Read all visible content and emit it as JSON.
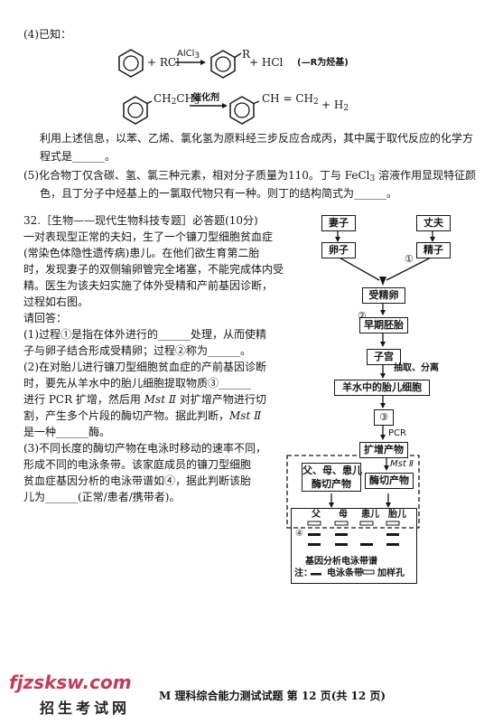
{
  "q4": {
    "label": "(4)已知：",
    "r1_plus": "+ RCl",
    "r1_cat": "AlCl",
    "r1_cat_sub": "3",
    "r1_prod_r": "R",
    "r1_prod_rest": "+ HCl",
    "r1_note": "(—R为烃基)",
    "r2_left": "CH",
    "r2_left_sub1": "2",
    "r2_left_mid": "CH",
    "r2_left_sub2": "3",
    "r2_cat": "催化剂",
    "r2_right": "CH = CH",
    "r2_right_sub": "2",
    "r2_h2": "+ H",
    "r2_h2_sub": "2",
    "line1": "利用上述信息，以苯、乙烯、氯化氢为原料经三步反应合成丙，其中属于取代反应的化学方",
    "line2": "程式是______。"
  },
  "q5": {
    "line1a": "(5)化合物丁仅含碳、氢、氯三种元素，相对分子质量为110。丁与 FeCl",
    "line1_sub": "3",
    "line1b": " 溶液作用显现特征颜",
    "line2": "色，且丁分子中烃基上的一氯取代物只有一种。则丁的结构简式为______。"
  },
  "q32": {
    "title": "32.［生物——现代生物科技专题］必答题(10分)",
    "intro": [
      "一对表现型正常的夫妇，生了一个镰刀型细胞贫血症",
      "(常染色体隐性遗传病)患儿。在他们欲生育第二胎",
      "时，发现妻子的双侧输卵管完全堵塞，不能完成体内受",
      "精。医生为该夫妇实施了体外受精和产前基因诊断，",
      "过程如右图。"
    ],
    "ask": "请回答：",
    "p1": [
      "(1)过程①是指在体外进行的______处理，从而使精",
      "   子与卵子结合形成受精卵；过程②称为______。"
    ],
    "p2a": [
      "(2)在对胎儿进行镰刀型细胞贫血症的产前基因诊断",
      "   时，要先从羊水中的胎儿细胞提取物质③______",
      "   进行 PCR 扩增，然后用 "
    ],
    "p2_enzyme": "Mst Ⅱ",
    "p2b": " 对扩增产物进行切",
    "p2c": [
      "   割，产生多个片段的酶切产物。据此判断，",
      "   是一种______酶。"
    ],
    "p3": [
      "(3)不同长度的酶切产物在电泳时移动的速率不同，",
      "   形成不同的电泳条带。该家庭成员的镰刀型细胞",
      "   贫血症基因分析的电泳带谱如④，据此判断该胎",
      "   儿为______(正常/患者/携带者)。"
    ]
  },
  "diagram": {
    "wife": "妻子",
    "husband": "丈夫",
    "egg": "卵子",
    "sperm": "精子",
    "step1": "①",
    "zygote": "受精卵",
    "embryo": "早期胚胎",
    "step2": "②",
    "uterus": "子宫",
    "extract": "抽取、分离",
    "fetal_cells": "羊水中的胎儿细胞",
    "step3": "③",
    "pcr": "PCR",
    "amplified": "扩增产物",
    "mst": "Mst Ⅱ",
    "family_digest_l1": "父、母、患儿",
    "family_digest_l2": "酶切产物",
    "fetus_digest": "酶切产物",
    "lanes": [
      "父",
      "母",
      "患儿",
      "胎儿"
    ],
    "step4": "④",
    "gel_title": "基因分析电泳带谱",
    "legend_prefix": "注：",
    "legend_band": "电泳条带",
    "legend_well": "加样孔"
  },
  "footer": {
    "logo": "fjzsksw.com",
    "logo_sub": "招生考试网",
    "text": "M 理科综合能力测试试题 第 12 页(共 12 页)"
  }
}
